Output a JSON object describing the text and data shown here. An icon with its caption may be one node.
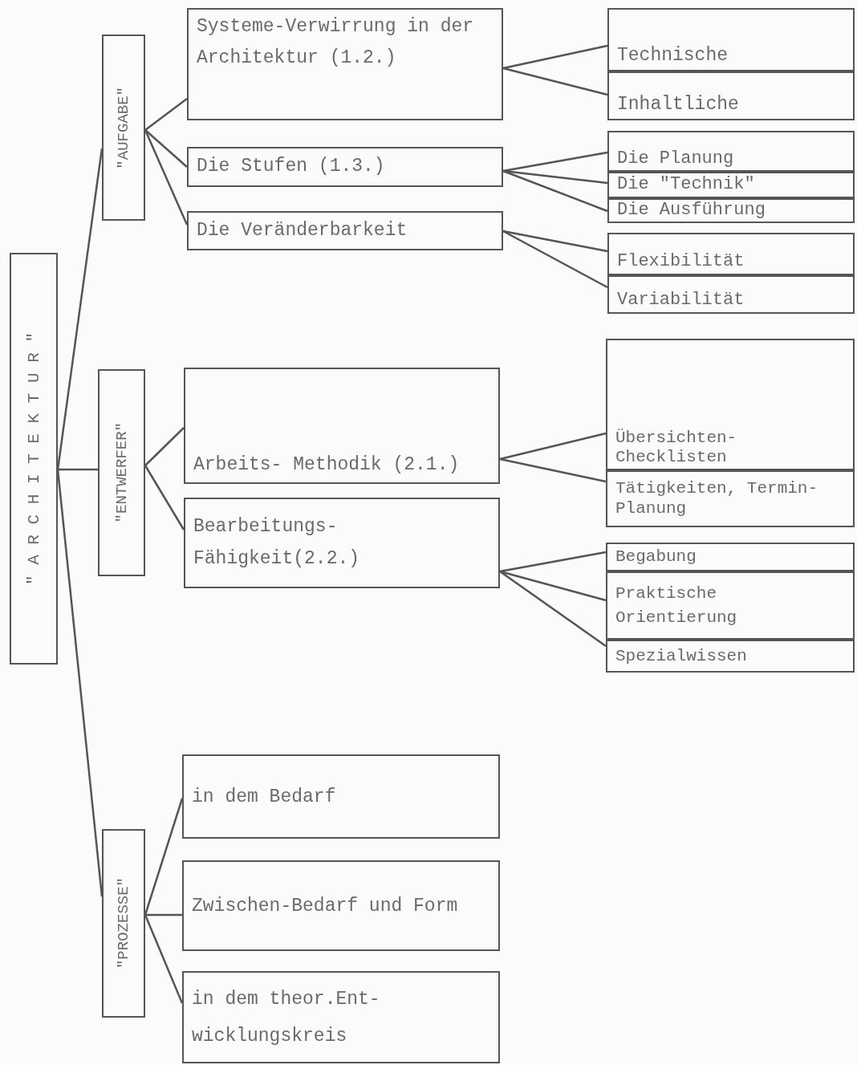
{
  "diagram": {
    "nodes": [
      {
        "text": [
          "\" A R C H I T E K T U R \""
        ]
      },
      {
        "text": [
          "\"AUFGABE\""
        ]
      },
      {
        "text": [
          "Systeme-Verwirrung in der Architektur (1.2.)"
        ]
      },
      {
        "text": [
          "Die Stufen (1.3.)"
        ]
      },
      {
        "text": [
          "Die Veränderbarkeit"
        ]
      },
      {
        "text": [
          "Technische"
        ]
      },
      {
        "text": [
          "Inhaltliche"
        ]
      },
      {
        "text": [
          "Die Planung"
        ]
      },
      {
        "text": [
          "Die \"Technik\""
        ]
      },
      {
        "text": [
          "Die Ausführung"
        ]
      },
      {
        "text": [
          "Flexibilität"
        ]
      },
      {
        "text": [
          "Variabilität"
        ]
      },
      {
        "text": [
          "\"ENTWERFER\""
        ]
      },
      {
        "text": [
          "Arbeits- Methodik (2.1.)"
        ]
      },
      {
        "text": [
          "Bearbeitungs- Fähigkeit(2.2.)"
        ]
      },
      {
        "text": [
          "Übersichten- Checklisten"
        ]
      },
      {
        "text": [
          "Tätigkeiten, Termin-Planung"
        ]
      },
      {
        "text": [
          "Begabung"
        ]
      },
      {
        "text": [
          "Praktische Orientierung"
        ]
      },
      {
        "text": [
          "Spezialwissen"
        ]
      },
      {
        "text": [
          "\"PROZESSE\""
        ]
      },
      {
        "text": [
          "in dem Bedarf"
        ]
      },
      {
        "text": [
          "Zwischen-Bedarf und Form"
        ]
      },
      {
        "text": [
          "in dem theor.Ent- wicklungskreis"
        ]
      }
    ],
    "edges": [
      {
        "from": 0,
        "to": 1,
        "arrow": "none"
      },
      {
        "from": 0,
        "to": 12,
        "arrow": "none"
      },
      {
        "from": 0,
        "to": 20,
        "arrow": "none"
      },
      {
        "from": 1,
        "to": 2,
        "arrow": "none"
      },
      {
        "from": 1,
        "to": 3,
        "arrow": "none"
      },
      {
        "from": 1,
        "to": 4,
        "arrow": "none"
      },
      {
        "from": 2,
        "to": 5,
        "arrow": "none"
      },
      {
        "from": 2,
        "to": 6,
        "arrow": "none"
      },
      {
        "from": 3,
        "to": 7,
        "arrow": "none"
      },
      {
        "from": 3,
        "to": 8,
        "arrow": "none"
      },
      {
        "from": 3,
        "to": 9,
        "arrow": "none"
      },
      {
        "from": 4,
        "to": 10,
        "arrow": "none"
      },
      {
        "from": 4,
        "to": 11,
        "arrow": "none"
      },
      {
        "from": 12,
        "to": 13,
        "arrow": "none"
      },
      {
        "from": 12,
        "to": 14,
        "arrow": "none"
      },
      {
        "from": 13,
        "to": 15,
        "arrow": "none"
      },
      {
        "from": 13,
        "to": 16,
        "arrow": "none"
      },
      {
        "from": 14,
        "to": 17,
        "arrow": "none"
      },
      {
        "from": 14,
        "to": 18,
        "arrow": "none"
      },
      {
        "from": 14,
        "to": 19,
        "arrow": "none"
      },
      {
        "from": 20,
        "to": 21,
        "arrow": "none"
      },
      {
        "from": 20,
        "to": 22,
        "arrow": "none"
      },
      {
        "from": 20,
        "to": 23,
        "arrow": "none"
      }
    ]
  }
}
